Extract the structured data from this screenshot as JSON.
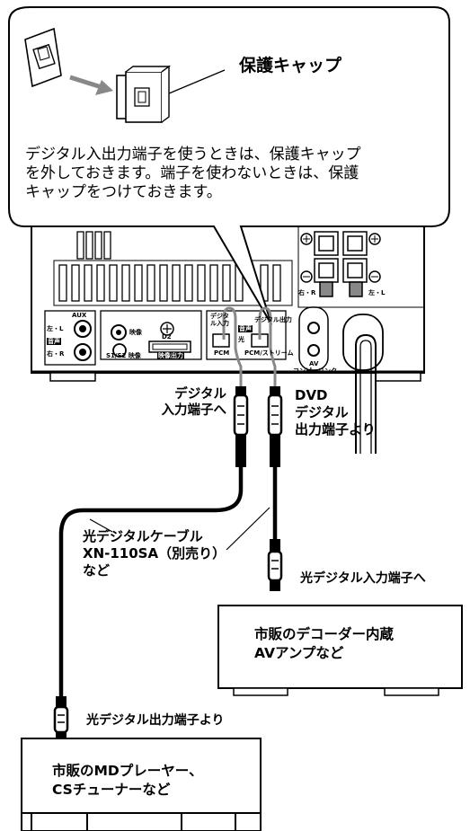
{
  "callout": {
    "cap_label": "保護キャップ",
    "note_lines": [
      "デジタル入出力端子を使うときは、保護キャップ",
      "を外しておきます。端子を使わないときは、保護",
      "キャップをつけておきます。"
    ]
  },
  "unit_panel": {
    "aux_label": "AUX",
    "aux_l": "左・L",
    "aux_voice": "音声",
    "aux_r": "右・R",
    "video_label": "映像",
    "d2_label": "D2",
    "s_video_label": "S1/S2 映像",
    "video_out_label": "映像出力",
    "digital_in_label": "デジタル入力",
    "digital_out_label": "デジタル出力",
    "optical_label": "光",
    "voice_label": "音声",
    "pcm_label": "PCM",
    "pcm_stream_label": "PCM/ストリーム",
    "av_label": "AV",
    "av_link_label": "コンピュリンク",
    "speaker_r": "右・R",
    "speaker_l": "左・L"
  },
  "labels": {
    "to_digital_in_line1": "デジタル",
    "to_digital_in_line2": "入力端子へ",
    "dvd_line1": "DVD",
    "dvd_line2": "デジタル",
    "dvd_line3": "出力端子より",
    "cable_line1": "光デジタルケーブル",
    "cable_line2": "XN-110SA（別売り）",
    "cable_line3": "など",
    "to_optical_in": "光デジタル入力端子へ",
    "from_optical_out": "光デジタル出力端子より"
  },
  "devices": {
    "decoder_line1": "市販のデコーダー内蔵",
    "decoder_line2": "AVアンプなど",
    "md_line1": "市販のMDプレーヤー、",
    "md_line2": "CSチューナーなど"
  }
}
